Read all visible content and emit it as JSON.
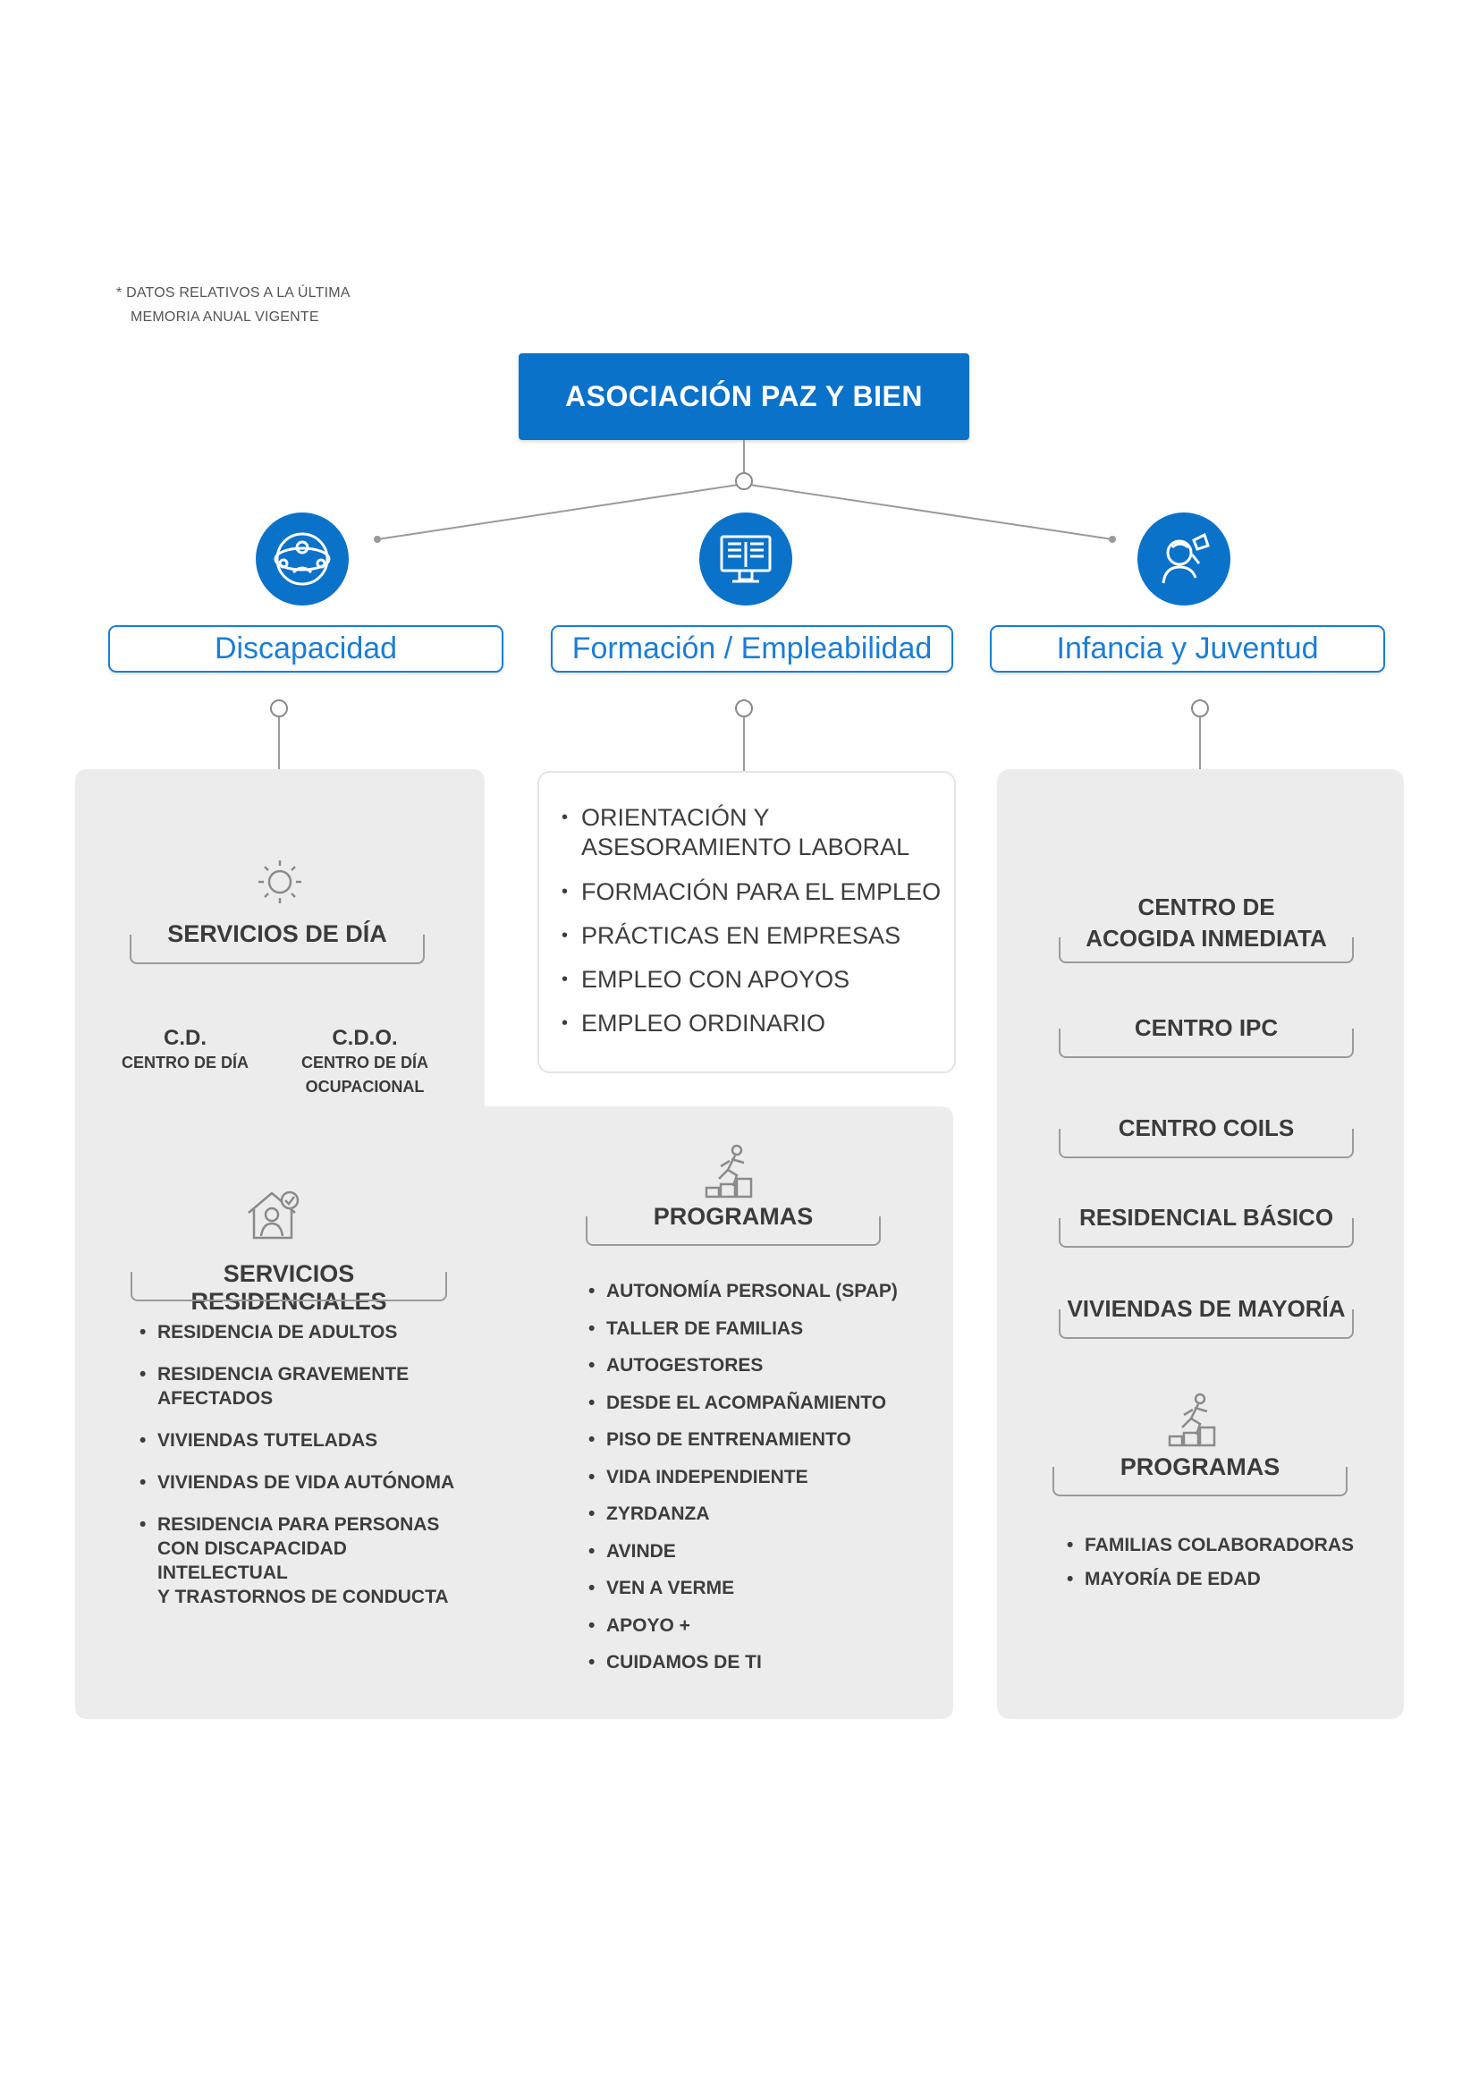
{
  "note": {
    "marker": "*",
    "line1": "DATOS RELATIVOS A LA ÚLTIMA",
    "line2": "MEMORIA ANUAL VIGENTE"
  },
  "root": {
    "title": "ASOCIACIÓN PAZ Y BIEN"
  },
  "colors": {
    "accent": "#0a72c9",
    "panel": "#ececec",
    "text": "#3b3b3b"
  },
  "categories": [
    {
      "label": "Discapacidad",
      "icon": "people-circle-icon"
    },
    {
      "label": "Formación / Empleabilidad",
      "icon": "computer-book-icon"
    },
    {
      "label": "Infancia y Juventud",
      "icon": "child-hands-icon"
    }
  ],
  "discapacidad": {
    "servicios_dia": {
      "heading": "SERVICIOS DE DÍA",
      "icon": "sun-icon",
      "items": [
        {
          "abbr": "C.D.",
          "desc_lines": [
            "CENTRO DE DÍA"
          ]
        },
        {
          "abbr": "C.D.O.",
          "desc_lines": [
            "CENTRO DE DÍA",
            "OCUPACIONAL"
          ]
        }
      ]
    },
    "residenciales": {
      "heading": "SERVICIOS RESIDENCIALES",
      "icon": "house-person-icon",
      "items": [
        [
          "RESIDENCIA DE ADULTOS"
        ],
        [
          "RESIDENCIA GRAVEMENTE",
          "AFECTADOS"
        ],
        [
          "VIVIENDAS TUTELADAS"
        ],
        [
          "VIVIENDAS DE VIDA AUTÓNOMA"
        ],
        [
          "RESIDENCIA PARA PERSONAS",
          "CON DISCAPACIDAD INTELECTUAL",
          "Y TRASTORNOS DE CONDUCTA"
        ]
      ]
    },
    "programas": {
      "heading": "PROGRAMAS",
      "icon": "climbing-steps-icon",
      "items": [
        "AUTONOMÍA PERSONAL (SPAP)",
        "TALLER DE FAMILIAS",
        "AUTOGESTORES",
        "DESDE EL ACOMPAÑAMIENTO",
        "PISO DE ENTRENAMIENTO",
        "VIDA INDEPENDIENTE",
        "ZYRDANZA",
        "AVINDE",
        "VEN A VERME",
        "APOYO +",
        "CUIDAMOS DE TI"
      ]
    }
  },
  "formacion": {
    "items": [
      [
        "ORIENTACIÓN Y",
        "ASESORAMIENTO LABORAL"
      ],
      [
        "FORMACIÓN PARA EL EMPLEO"
      ],
      [
        "PRÁCTICAS EN EMPRESAS"
      ],
      [
        "EMPLEO CON APOYOS"
      ],
      [
        "EMPLEO ORDINARIO"
      ]
    ]
  },
  "infancia": {
    "centros": [
      [
        "CENTRO DE",
        "ACOGIDA INMEDIATA"
      ],
      [
        "CENTRO IPC"
      ],
      [
        "CENTRO COILS"
      ],
      [
        "RESIDENCIAL BÁSICO"
      ],
      [
        "VIVIENDAS DE MAYORÍA"
      ]
    ],
    "programas": {
      "heading": "PROGRAMAS",
      "icon": "climbing-steps-icon",
      "items": [
        "FAMILIAS COLABORADORAS",
        "MAYORÍA DE EDAD"
      ]
    }
  }
}
